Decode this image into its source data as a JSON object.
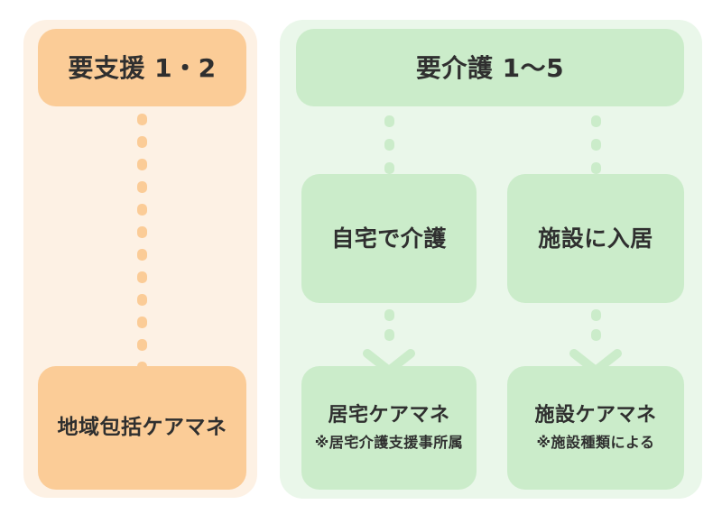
{
  "diagram": {
    "type": "flowchart",
    "title_text": "",
    "colors": {
      "panel_support_bg": "#fdf1e4",
      "panel_care_bg": "#eaf7ea",
      "card_orange": "#fbcc97",
      "card_green": "#cbecca",
      "text": "#2f2f2f",
      "page_bg": "#ffffff"
    }
  },
  "support_branch": {
    "level_card": {
      "label": "要支援 1・2"
    },
    "manager_card": {
      "label": "地域包括ケアマネ"
    },
    "connector": {
      "name": "dotted-arrow-down",
      "dot_count": 12,
      "has_arrowhead": true
    }
  },
  "care_branch": {
    "level_card": {
      "label": "要介護 1〜5"
    },
    "home_path": {
      "setting_card": {
        "label": "自宅で介護"
      },
      "manager_card": {
        "label": "居宅ケアマネ",
        "note": "※居宅介護支援事所属"
      },
      "connector_top": {
        "name": "dotted-line-down",
        "dot_count": 3,
        "has_arrowhead": false
      },
      "connector_bottom": {
        "name": "dotted-arrow-down",
        "dot_count": 2,
        "has_arrowhead": true
      }
    },
    "facility_path": {
      "setting_card": {
        "label": "施設に入居"
      },
      "manager_card": {
        "label": "施設ケアマネ",
        "note": "※施設種類による"
      },
      "connector_top": {
        "name": "dotted-line-down",
        "dot_count": 3,
        "has_arrowhead": false
      },
      "connector_bottom": {
        "name": "dotted-arrow-down",
        "dot_count": 2,
        "has_arrowhead": true
      }
    }
  }
}
